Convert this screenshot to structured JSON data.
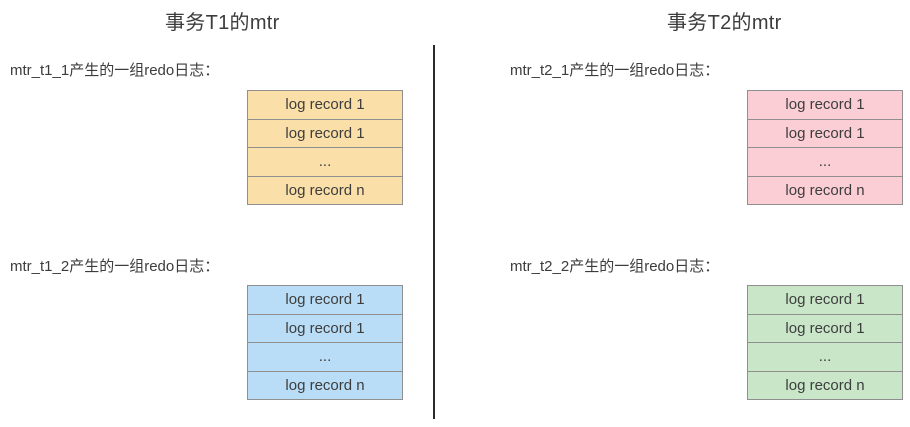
{
  "columns": [
    {
      "title": "事务T1的mtr",
      "groups": [
        {
          "label": "mtr_t1_1产生的一组redo日志：",
          "fill": "#fbdfa8",
          "rows": [
            "log record 1",
            "log record 1",
            "...",
            "log record n"
          ]
        },
        {
          "label": "mtr_t1_2产生的一组redo日志：",
          "fill": "#b9ddf6",
          "rows": [
            "log record 1",
            "log record 1",
            "...",
            "log record n"
          ]
        }
      ]
    },
    {
      "title": "事务T2的mtr",
      "groups": [
        {
          "label": "mtr_t2_1产生的一组redo日志：",
          "fill": "#fbced6",
          "rows": [
            "log record 1",
            "log record 1",
            "...",
            "log record n"
          ]
        },
        {
          "label": "mtr_t2_2产生的一组redo日志：",
          "fill": "#c9e6c9",
          "rows": [
            "log record 1",
            "log record 1",
            "...",
            "log record n"
          ]
        }
      ]
    }
  ],
  "colors": {
    "table_border": "#8f8f8f",
    "divider": "#2b2b2b",
    "text": "#3d3d3d"
  }
}
